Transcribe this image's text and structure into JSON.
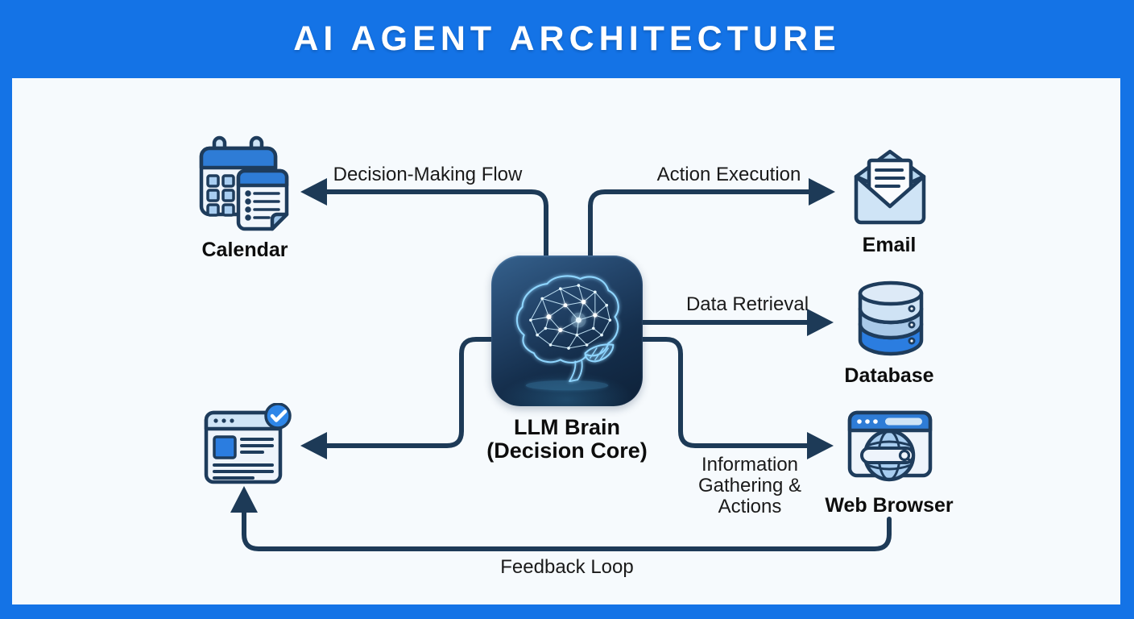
{
  "header": {
    "title": "AI AGENT ARCHITECTURE"
  },
  "center_node": {
    "title": "LLM Brain",
    "subtitle": "(Decision Core)",
    "icon": "brain-network-icon"
  },
  "components": {
    "calendar": {
      "label": "Calendar",
      "icon": "calendar-icon"
    },
    "email": {
      "label": "Email",
      "icon": "email-icon"
    },
    "database": {
      "label": "Database",
      "icon": "database-icon"
    },
    "web_browser": {
      "label": "Web Browser",
      "icon": "web-browser-icon"
    },
    "task_checklist": {
      "label": "",
      "icon": "task-checklist-icon"
    }
  },
  "edges": {
    "decision_making": {
      "label": "Decision-Making Flow",
      "from": "LLM Brain",
      "to": "Calendar"
    },
    "action_execution": {
      "label": "Action Execution",
      "from": "LLM Brain",
      "to": "Email"
    },
    "data_retrieval": {
      "label": "Data Retrieval",
      "from": "LLM Brain",
      "to": "Database"
    },
    "information_gathering": {
      "label": "Information Gathering & Actions",
      "from": "LLM Brain",
      "to": "Web Browser"
    },
    "task_output": {
      "label": "",
      "from": "LLM Brain",
      "to": "Task Checklist"
    },
    "feedback_loop": {
      "label": "Feedback Loop",
      "from": "Web Browser",
      "to": "Task Checklist"
    }
  },
  "colors": {
    "frame_blue": "#1473e6",
    "canvas_bg": "#f6fafd",
    "arrow_navy": "#1d3a57",
    "icon_outline": "#1e3c5c",
    "accent_blue": "#2e7cd6",
    "light_blue": "#cfe4f6",
    "title_text": "#ffffff",
    "label_text": "#1a1a1a",
    "brain_glow": "#8fd6ff"
  }
}
